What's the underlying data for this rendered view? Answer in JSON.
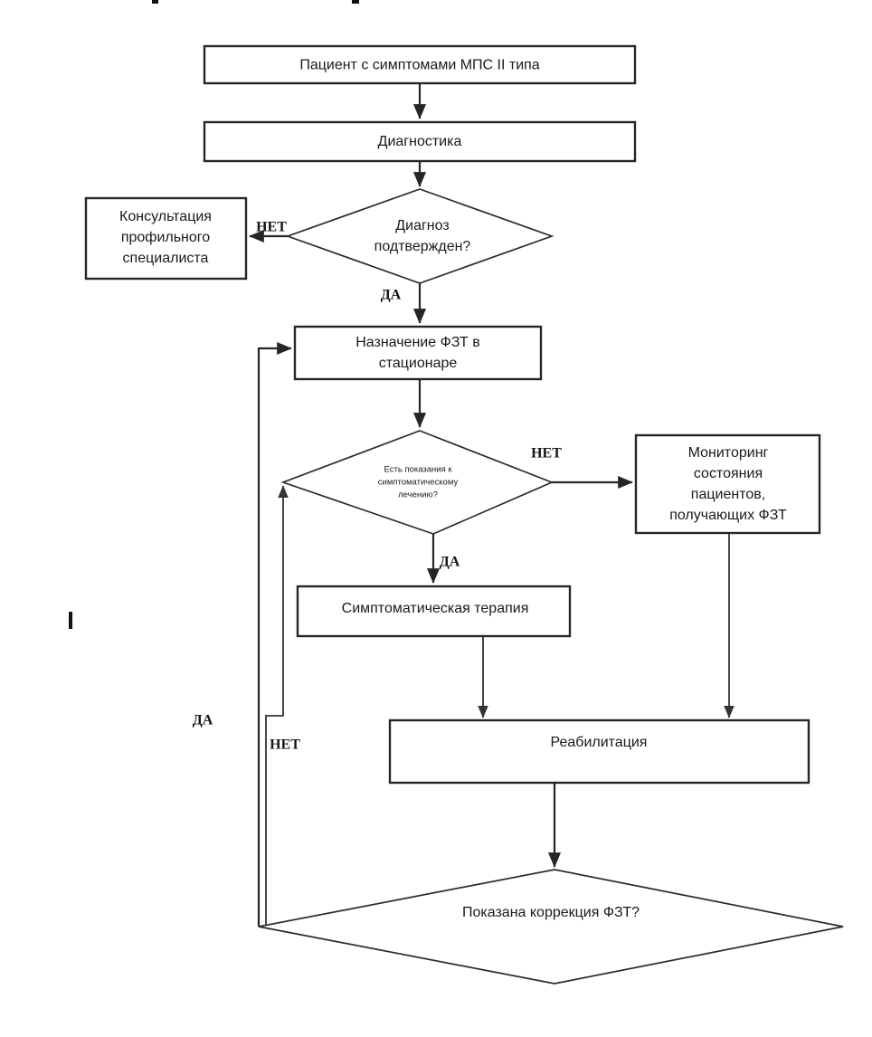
{
  "diagram": {
    "title": "",
    "language": "ru",
    "type": "flowchart",
    "colors": {
      "background": "#ffffff",
      "stroke": "#262626",
      "text": "#1a1a1a",
      "edge_label": "#151515"
    },
    "nodes": {
      "patient": {
        "shape": "process",
        "label": "Пациент с симптомами  МПС II типа"
      },
      "diagnostics": {
        "shape": "process",
        "label": "Диагностика"
      },
      "diagnosis_confirmed": {
        "shape": "decision",
        "label_line1": "Диагноз",
        "label_line2": "подтвержден?"
      },
      "specialist_consult": {
        "shape": "process",
        "label_line1": "Консультация",
        "label_line2": "профильного",
        "label_line3": "специалиста"
      },
      "ert_inpatient": {
        "shape": "process",
        "label_line1": "Назначение  ФЗТ в",
        "label_line2": "стационаре"
      },
      "symptomatic_indications": {
        "shape": "decision",
        "label_line1": "Есть показания к",
        "label_line2": "симптоматическому",
        "label_line3": "лечению?"
      },
      "monitoring": {
        "shape": "process",
        "label_line1": "Мониторинг",
        "label_line2": "состояния",
        "label_line3": "пациентов,",
        "label_line4": "получающих ФЗТ"
      },
      "symptomatic_therapy": {
        "shape": "process",
        "label": "Симптоматическая   терапия"
      },
      "rehabilitation": {
        "shape": "process",
        "label": "Реабилитация"
      },
      "ert_correction": {
        "shape": "decision",
        "label": "Показана  коррекция ФЗТ?"
      }
    },
    "edge_labels": {
      "diagnosis_no": "НЕТ",
      "diagnosis_yes": "ДА",
      "symptomatic_no": "НЕТ",
      "symptomatic_yes": "ДА",
      "correction_yes": "ДА",
      "correction_no": "НЕТ"
    },
    "marks": {
      "left_tick": "I"
    }
  }
}
